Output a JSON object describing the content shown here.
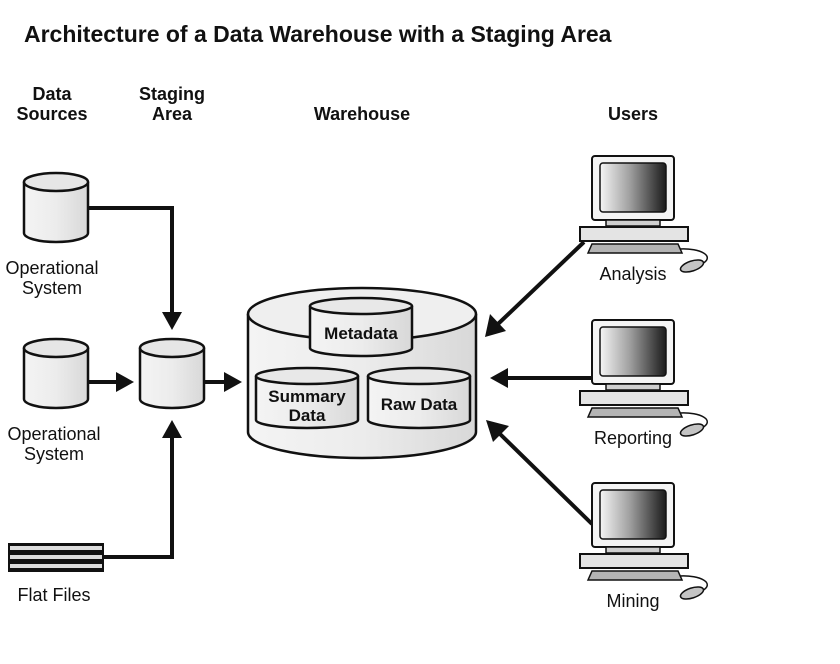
{
  "title": "Architecture of a Data Warehouse with a Staging Area",
  "columns": {
    "data_sources": [
      "Data",
      "Sources"
    ],
    "staging_area": [
      "Staging",
      "Area"
    ],
    "warehouse": "Warehouse",
    "users": "Users"
  },
  "sources": [
    {
      "label": [
        "Operational",
        "System"
      ],
      "icon": "database-cylinder-icon"
    },
    {
      "label": [
        "Operational",
        "System"
      ],
      "icon": "database-cylinder-icon"
    },
    {
      "label": [
        "Flat Files"
      ],
      "icon": "flat-files-icon"
    }
  ],
  "warehouse": {
    "components": [
      {
        "label": [
          "Metadata"
        ]
      },
      {
        "label": [
          "Summary",
          "Data"
        ]
      },
      {
        "label": [
          "Raw Data"
        ]
      }
    ]
  },
  "users": [
    {
      "label": "Analysis",
      "icon": "computer-icon"
    },
    {
      "label": "Reporting",
      "icon": "computer-icon"
    },
    {
      "label": "Mining",
      "icon": "computer-icon"
    }
  ],
  "colors": {
    "line": "#111111",
    "cylinder_fill": "#eeeeee",
    "screen_dark": "#222222",
    "screen_light": "#f2f2f2"
  }
}
